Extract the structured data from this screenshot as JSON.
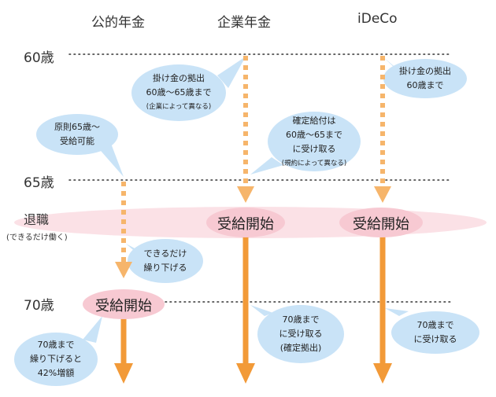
{
  "columns": {
    "public": "公的年金",
    "corporate": "企業年金",
    "ideco": "iDeCo"
  },
  "ages": {
    "a60": "60歳",
    "a65": "65歳",
    "a70": "70歳"
  },
  "retirement": {
    "label": "退職",
    "sub": "(できるだけ働く)"
  },
  "badges": {
    "start": "受給開始"
  },
  "bubbles": {
    "corp_60": [
      "掛け金の拠出",
      "60歳〜65歳まで",
      "(企業によって異なる)"
    ],
    "ideco_60": [
      "掛け金の拠出",
      "60歳まで"
    ],
    "public_65": [
      "原則65歳〜",
      "受給可能"
    ],
    "corp_65": [
      "確定給付は",
      "60歳〜65まで",
      "に受け取る",
      "(規約によって異なる)"
    ],
    "public_defer": [
      "できるだけ",
      "繰り下げる"
    ],
    "public_70": [
      "70歳まで",
      "繰り下げると",
      "42%増額"
    ],
    "corp_70": [
      "70歳まで",
      "に受け取る",
      "(確定拠出)"
    ],
    "ideco_70": [
      "70歳まで",
      "に受け取る"
    ]
  },
  "colors": {
    "arrow_solid": "#f29a38",
    "arrow_dashed": "#f6b56b",
    "bubble": "#c9e3f7",
    "badge": "#f7c9d2",
    "band": "#fbe1e6",
    "dotted_line": "#333333"
  }
}
